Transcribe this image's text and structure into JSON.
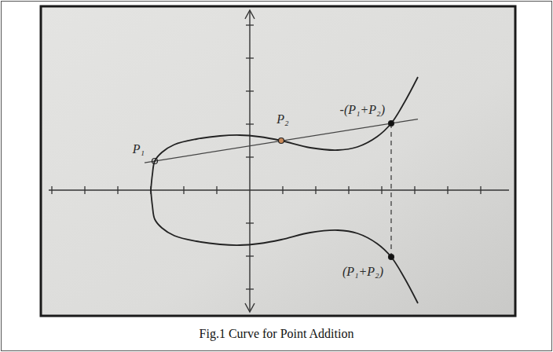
{
  "diagram": {
    "caption": "Fig.1 Curve for Point Addition",
    "labels": [
      "P₁",
      "P₂",
      "-(P₁+P₂)",
      "(P₁+P₂)"
    ]
  }
}
